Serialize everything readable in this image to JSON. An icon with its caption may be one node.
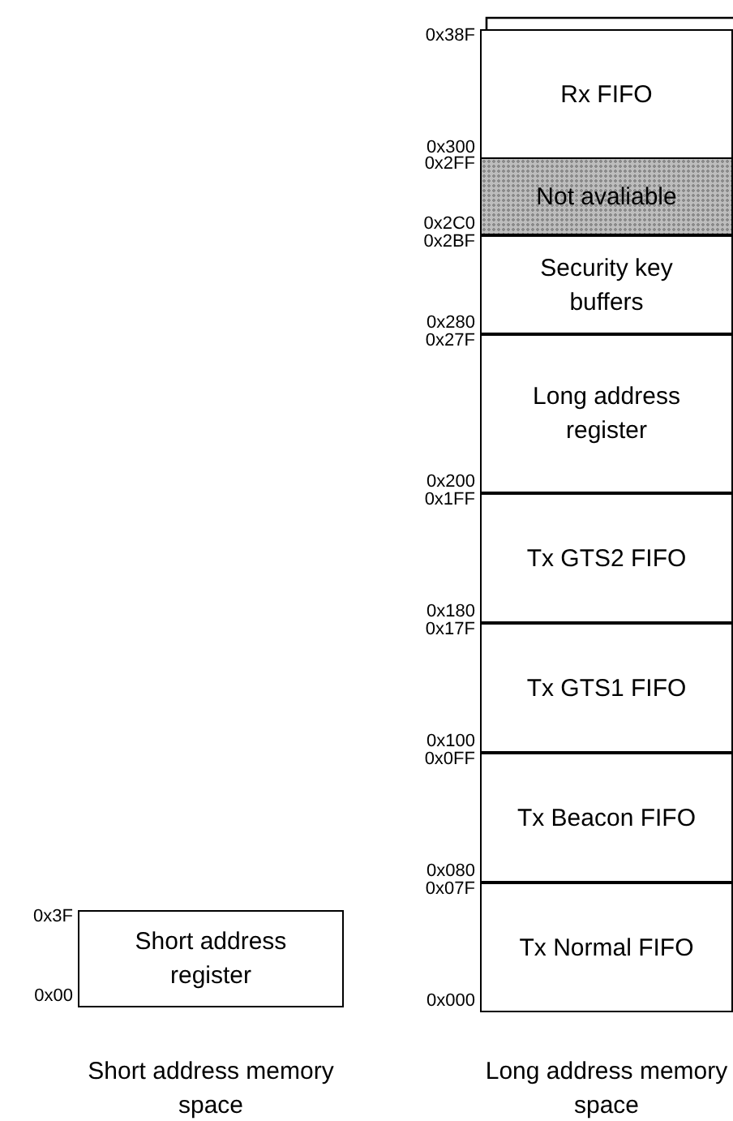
{
  "diagram": {
    "nodes": [
      {
        "text": [
          "Rx FIFO"
        ],
        "beside": [
          "0x38F",
          "0x300"
        ]
      },
      {
        "text": [
          "Not avaliable"
        ],
        "beside": [
          "0x2FF",
          "0x2C0"
        ]
      },
      {
        "text": [
          "Security key buffers"
        ],
        "beside": [
          "0x2BF",
          "0x280"
        ]
      },
      {
        "text": [
          "Long address register"
        ],
        "beside": [
          "0x27F",
          "0x200"
        ]
      },
      {
        "text": [
          "Tx GTS2 FIFO"
        ],
        "beside": [
          "0x1FF",
          "0x180"
        ]
      },
      {
        "text": [
          "Tx GTS1 FIFO"
        ],
        "beside": [
          "0x17F",
          "0x100"
        ]
      },
      {
        "text": [
          "Tx Beacon FIFO"
        ],
        "beside": [
          "0x0FF",
          "0x080"
        ]
      },
      {
        "text": [
          "Tx Normal FIFO"
        ],
        "beside": [
          "0x07F",
          "0x000"
        ]
      },
      {
        "text": [
          "Short address register"
        ],
        "beside": [
          "0x3F",
          "0x00"
        ]
      }
    ],
    "edges": [],
    "labels": [
      "Short address memory space",
      "Long address memory space"
    ]
  }
}
